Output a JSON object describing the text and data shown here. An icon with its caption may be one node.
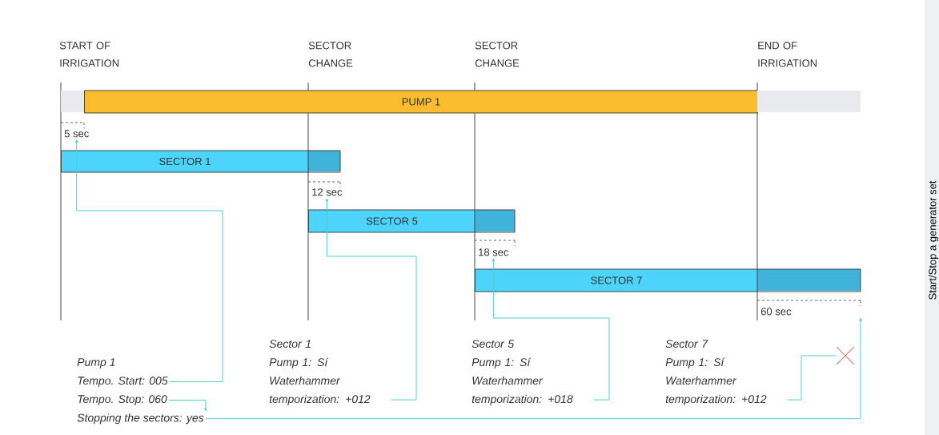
{
  "diagram": {
    "nodes": [
      {
        "text": [
          "PUMP 1"
        ]
      },
      {
        "text": [
          "5 sec"
        ]
      },
      {
        "text": [
          "SECTOR 1"
        ]
      },
      {
        "text": [
          "12 sec"
        ]
      },
      {
        "text": [
          "SECTOR 5"
        ]
      },
      {
        "text": [
          "18 sec"
        ]
      },
      {
        "text": [
          "SECTOR 7"
        ]
      },
      {
        "text": [
          "60 sec"
        ]
      },
      {
        "text": [
          "Tempo. Start: 005"
        ]
      },
      {
        "text": [
          "Tempo. Stop: 060"
        ]
      },
      {
        "text": [
          "Stopping the sectors: yes"
        ]
      },
      {
        "text": [
          "Sector 1",
          "Pump 1: Sí",
          "Waterhammer temporization: +012"
        ]
      },
      {
        "text": [
          "Sector 5",
          "Pump 1: Sí",
          "Waterhammer temporization: +018"
        ]
      },
      {
        "text": [
          "Sector 7",
          "Pump 1: Sí",
          "Waterhammer temporization: +012"
        ]
      },
      {
        "text": [],
        "shape": "cross"
      }
    ],
    "edges": [
      {
        "from": 8,
        "to": 1,
        "arrow": "to"
      },
      {
        "from": 9,
        "to": 10,
        "arrow": "to"
      },
      {
        "from": 10,
        "to": null,
        "arrow": "to"
      },
      {
        "from": 11,
        "to": 3,
        "arrow": "to"
      },
      {
        "from": 12,
        "to": 5,
        "arrow": "to"
      },
      {
        "from": 13,
        "to": 14,
        "arrow": "none"
      }
    ],
    "labels": [
      "START OF IRRIGATION",
      "SECTOR CHANGE",
      "SECTOR CHANGE",
      "END OF IRRIGATION",
      "Pump 1",
      "Start/Stop a generator set"
    ]
  }
}
